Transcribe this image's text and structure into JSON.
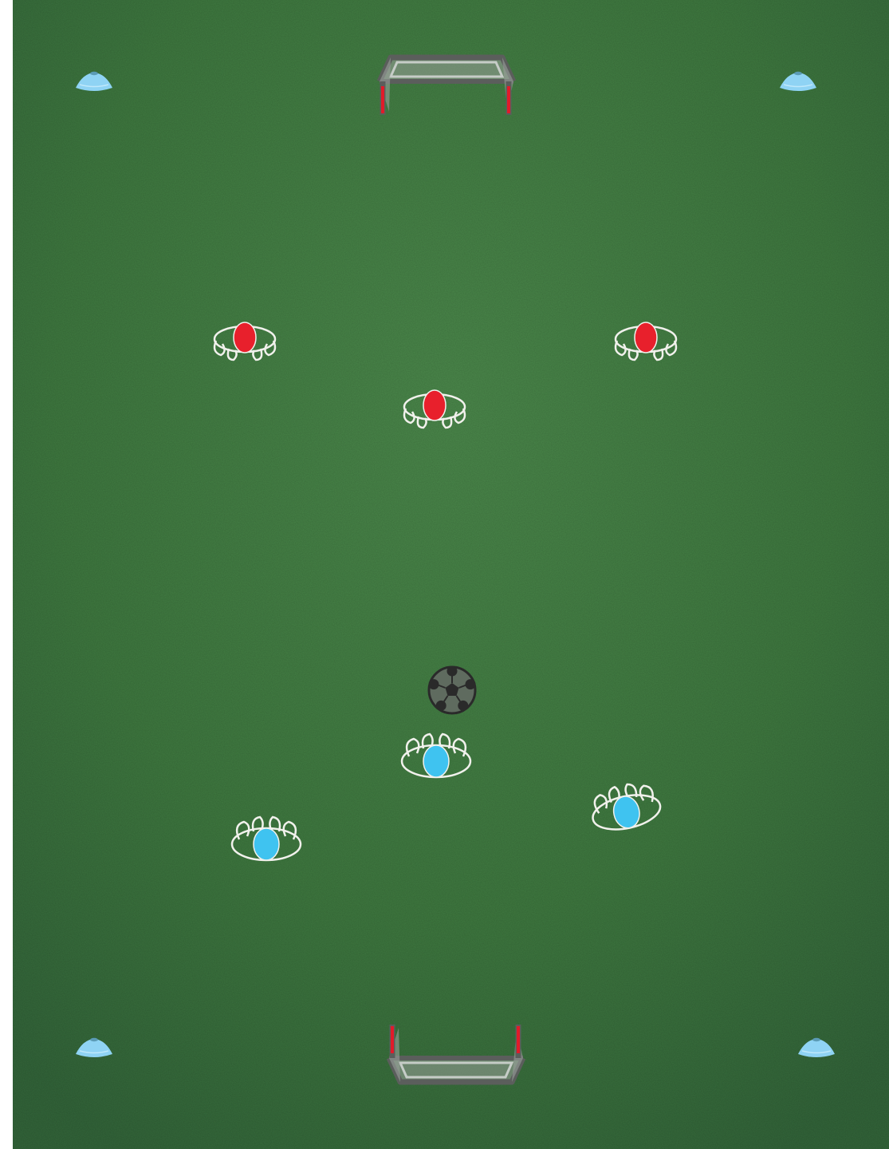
{
  "diagram": {
    "surface": "grass",
    "colors": {
      "grass_light": "#4c8a4c",
      "grass_mid": "#3f7a40",
      "grass_dark": "#33663a",
      "cone": "#8fd3f4",
      "cone_top": "#5b9bb6",
      "goal_frame": "#5b5e5c",
      "goal_post": "#e11b2a",
      "goal_net": "#9aa09b",
      "red_team": "#e8202c",
      "blue_team": "#3fc3f0",
      "player_outline": "#f1f1ec",
      "ball_dark": "#2a2a2a"
    },
    "cones": [
      {
        "label": "cone-top-left",
        "icon": "cone-icon"
      },
      {
        "label": "cone-top-right",
        "icon": "cone-icon"
      },
      {
        "label": "cone-bottom-left",
        "icon": "cone-icon"
      },
      {
        "label": "cone-bottom-right",
        "icon": "cone-icon"
      }
    ],
    "goals": [
      {
        "label": "goal-top",
        "icon": "goal-icon"
      },
      {
        "label": "goal-bottom",
        "icon": "goal-icon"
      }
    ],
    "players": [
      {
        "team": "red",
        "icon": "player-icon"
      },
      {
        "team": "red",
        "icon": "player-icon"
      },
      {
        "team": "red",
        "icon": "player-icon"
      },
      {
        "team": "blue",
        "icon": "player-icon"
      },
      {
        "team": "blue",
        "icon": "player-icon"
      },
      {
        "team": "blue",
        "icon": "player-icon"
      }
    ],
    "ball": {
      "icon": "soccer-ball-icon"
    }
  }
}
